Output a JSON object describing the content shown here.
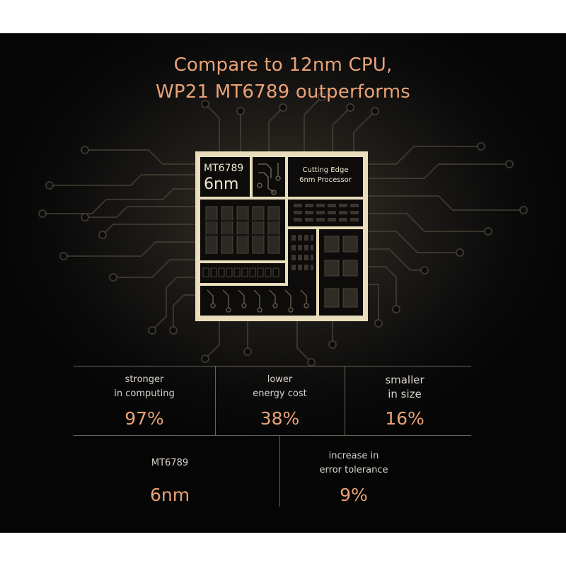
{
  "headline": {
    "line1": "Compare to 12nm CPU,",
    "line2": "WP21 MT6789 outperforms"
  },
  "chip": {
    "model": "MT6789",
    "process": "6nm",
    "tagline_line1": "Cutting Edge",
    "tagline_line2": "6nm Processor"
  },
  "stats": [
    {
      "line1": "stronger",
      "line2": "in computing",
      "value": "97%"
    },
    {
      "line1": "lower",
      "line2": "energy cost",
      "value": "38%"
    },
    {
      "line1": "smaller",
      "line2": "in size",
      "value": "16%"
    },
    {
      "line1": "MT6789",
      "line2": "",
      "value": "6nm"
    },
    {
      "line1": "increase in",
      "line2": "error tolerance",
      "value": "9%"
    }
  ],
  "colors": {
    "accent": "#e9a277",
    "chip_gold": "#e9ddbc",
    "background": "#0b0b0b"
  }
}
